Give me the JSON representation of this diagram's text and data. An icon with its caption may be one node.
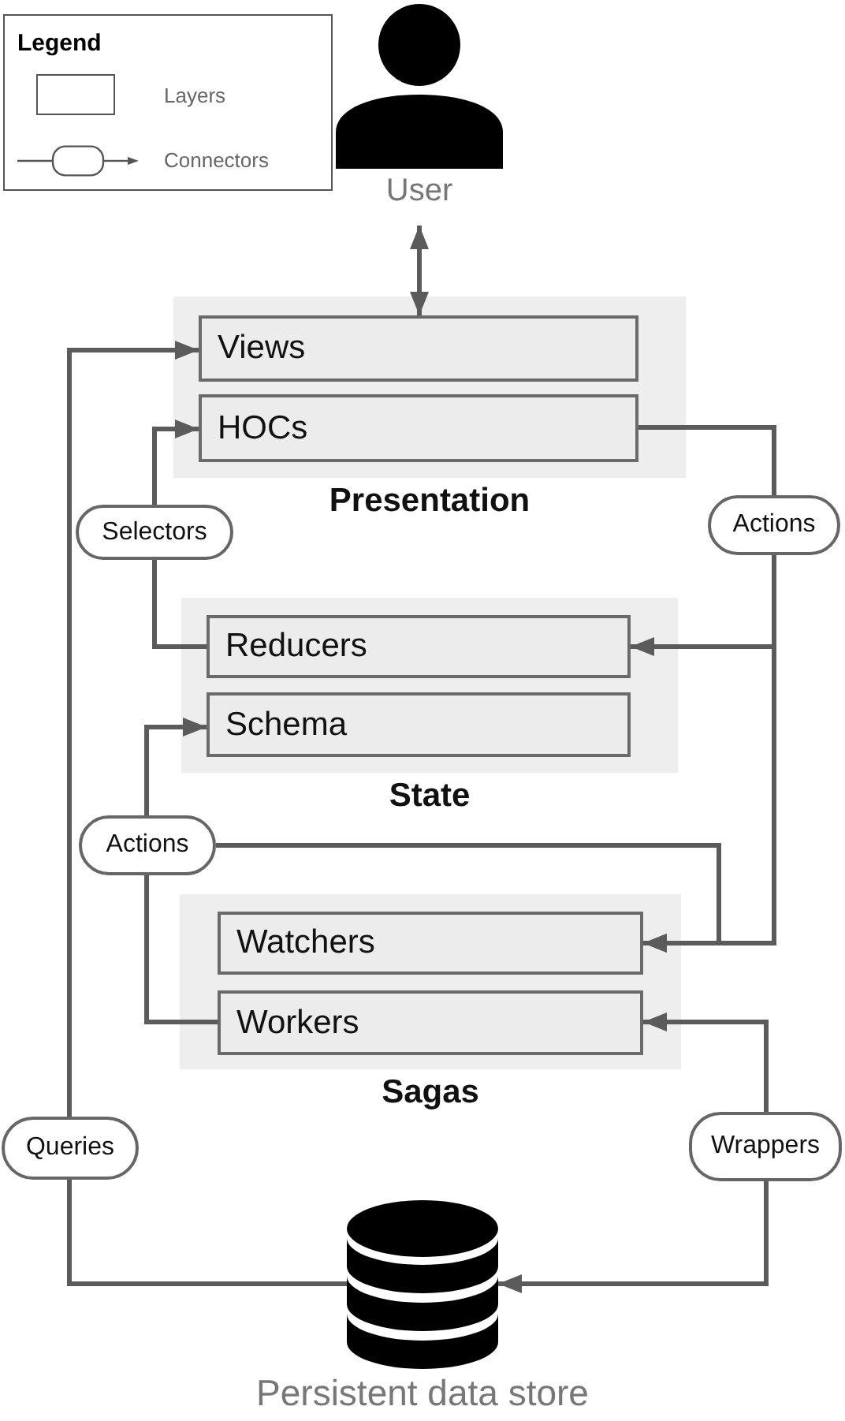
{
  "diagram": {
    "nodes": [
      {
        "text": [
          "User"
        ]
      },
      {
        "text": [
          "Presentation"
        ]
      },
      {
        "text": [
          "Views"
        ],
        "in": 1
      },
      {
        "text": [
          "HOCs"
        ],
        "in": 1
      },
      {
        "text": [
          "Selectors"
        ]
      },
      {
        "text": [
          "Actions"
        ]
      },
      {
        "text": [
          "State"
        ]
      },
      {
        "text": [
          "Reducers"
        ],
        "in": 6
      },
      {
        "text": [
          "Schema"
        ],
        "in": 6
      },
      {
        "text": [
          "Actions"
        ]
      },
      {
        "text": [
          "Sagas"
        ]
      },
      {
        "text": [
          "Watchers"
        ],
        "in": 10
      },
      {
        "text": [
          "Workers"
        ],
        "in": 10
      },
      {
        "text": [
          "Queries"
        ]
      },
      {
        "text": [
          "Wrappers"
        ]
      },
      {
        "text": [],
        "shape": "cylinder",
        "beside": [
          "Persistent data store"
        ]
      }
    ],
    "edges": [
      {
        "from": 0,
        "to": 2,
        "arrow": "both"
      },
      {
        "from": 7,
        "to": 4,
        "arrow": "none"
      },
      {
        "from": 4,
        "to": 3,
        "arrow": "to"
      },
      {
        "from": 3,
        "to": 5,
        "arrow": "none"
      },
      {
        "from": 5,
        "to": 7,
        "arrow": "to"
      },
      {
        "from": 5,
        "to": 11,
        "arrow": "to"
      },
      {
        "from": 12,
        "to": 9,
        "arrow": "none"
      },
      {
        "from": 9,
        "to": 8,
        "arrow": "to"
      },
      {
        "from": 9,
        "to": 11,
        "arrow": "to"
      },
      {
        "from": 15,
        "to": 13,
        "arrow": "none"
      },
      {
        "from": 13,
        "to": 2,
        "arrow": "to"
      },
      {
        "from": 14,
        "to": 12,
        "arrow": "to"
      },
      {
        "from": 14,
        "to": 15,
        "arrow": "to"
      }
    ],
    "labels": [
      "Legend"
    ],
    "legend": [
      {
        "text": "Layers"
      },
      {
        "text": "Connectors"
      }
    ]
  }
}
